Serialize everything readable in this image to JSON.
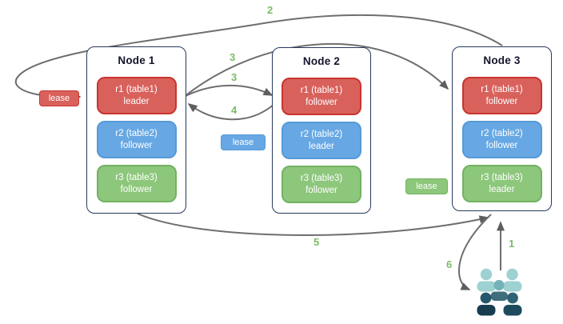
{
  "nodes": [
    {
      "title": "Node 1",
      "ranges": [
        {
          "name": "r1 (table1)",
          "role": "leader",
          "color": "#d9615c"
        },
        {
          "name": "r2 (table2)",
          "role": "follower",
          "color": "#67a8e4"
        },
        {
          "name": "r3 (table3)",
          "role": "follower",
          "color": "#8dc77c"
        }
      ]
    },
    {
      "title": "Node 2",
      "ranges": [
        {
          "name": "r1 (table1)",
          "role": "follower",
          "color": "#d9615c"
        },
        {
          "name": "r2 (table2)",
          "role": "leader",
          "color": "#67a8e4"
        },
        {
          "name": "r3 (table3)",
          "role": "follower",
          "color": "#8dc77c"
        }
      ]
    },
    {
      "title": "Node 3",
      "ranges": [
        {
          "name": "r1 (table1)",
          "role": "follower",
          "color": "#d9615c"
        },
        {
          "name": "r2 (table2)",
          "role": "follower",
          "color": "#67a8e4"
        },
        {
          "name": "r3 (table3)",
          "role": "leader",
          "color": "#8dc77c"
        }
      ]
    }
  ],
  "leases": {
    "r1": "lease",
    "r2": "lease",
    "r3": "lease"
  },
  "steps": {
    "s1": "1",
    "s2": "2",
    "s3a": "3",
    "s3b": "3",
    "s4": "4",
    "s5": "5",
    "s6": "6"
  },
  "icons": {
    "clients": "users-group-icon"
  },
  "colors": {
    "range_red": "#d9615c",
    "range_red_border": "#c9342f",
    "range_blue": "#67a8e4",
    "range_blue_border": "#549ad6",
    "range_green": "#8dc77c",
    "range_green_border": "#72b261",
    "node_border": "#27395f",
    "arrow": "#6e6e6e",
    "step_label": "#7cbb68",
    "clients_back": "#9ed1d1",
    "clients_mid_head": "#74b2b8",
    "clients_mid_body": "#3f6e7c",
    "clients_front_left_head": "#24576b",
    "clients_front_left_body": "#173d4f",
    "clients_front_right_head": "#2d6374",
    "clients_front_right_body": "#1d4a5c"
  }
}
